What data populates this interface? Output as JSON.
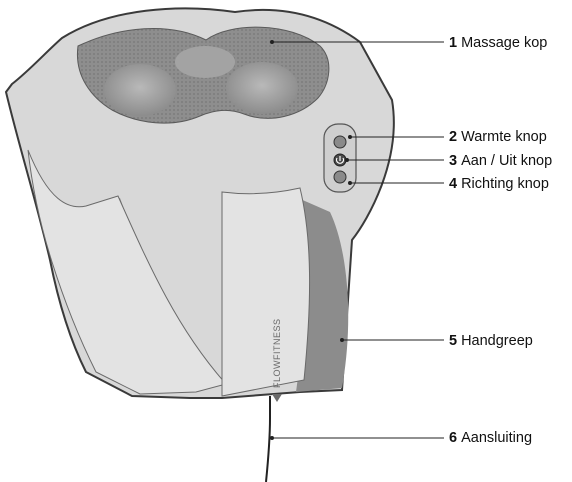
{
  "labels": [
    {
      "number": "1",
      "text": "Massage kop"
    },
    {
      "number": "2",
      "text": "Warmte knop"
    },
    {
      "number": "3",
      "text": "Aan / Uit knop"
    },
    {
      "number": "4",
      "text": "Richting knop"
    },
    {
      "number": "5",
      "text": "Handgreep"
    },
    {
      "number": "6",
      "text": "Aansluiting"
    }
  ],
  "brand_logo": "FLOWFITNESS",
  "colors": {
    "body": "#d6d6d6",
    "body_edge": "#3a3a3a",
    "inner_panel": "#8c8c8c",
    "mesh": "#8f8f8f",
    "leader_line": "#222222",
    "label_text": "#111111"
  },
  "icons": [
    "heat-button-icon",
    "power-button-icon",
    "direction-button-icon"
  ]
}
